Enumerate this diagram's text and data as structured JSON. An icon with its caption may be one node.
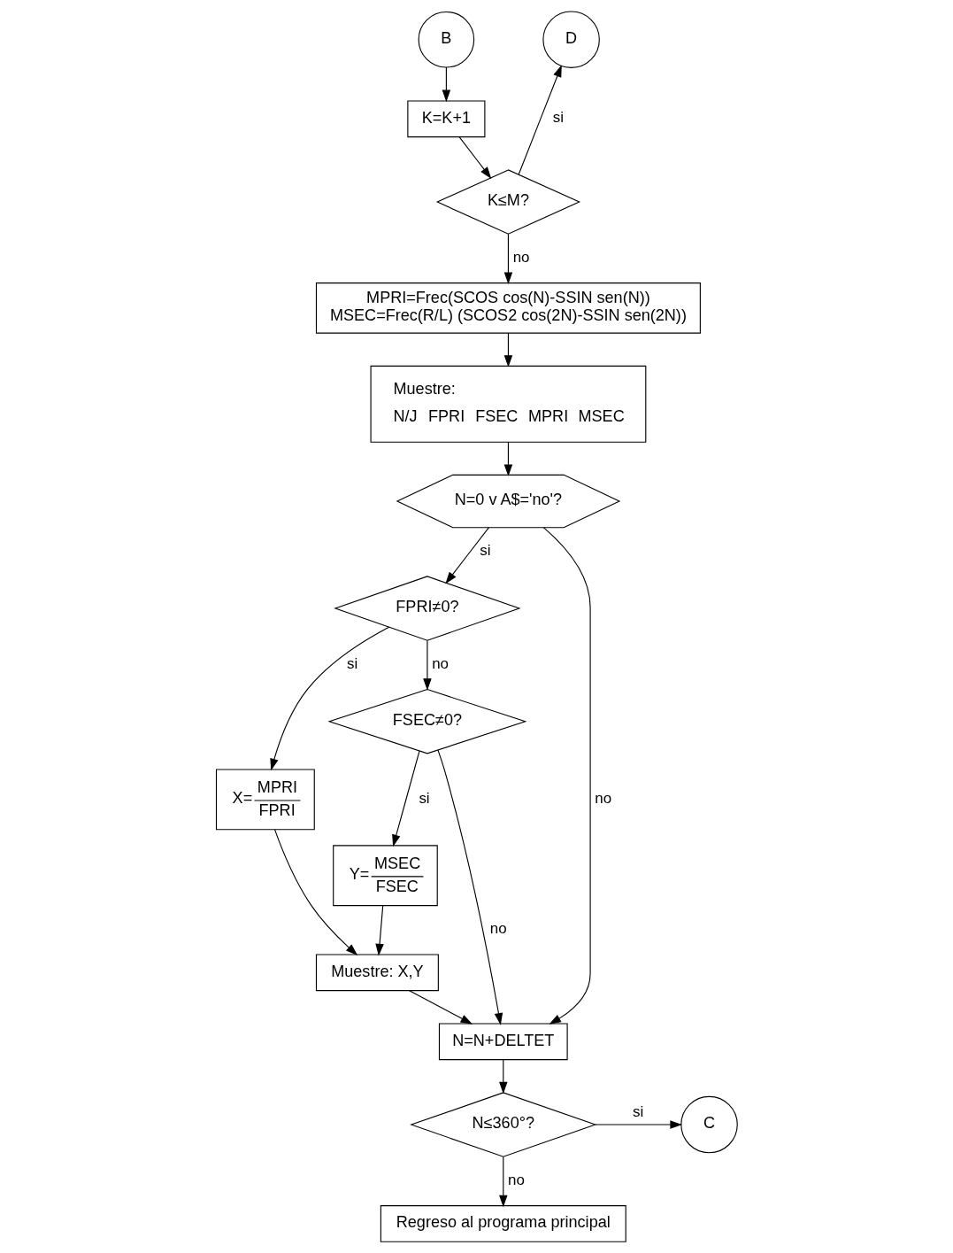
{
  "diagram": {
    "nodes": [
      {
        "text": [
          "B"
        ]
      },
      {
        "text": [
          "D"
        ]
      },
      {
        "text": [
          "K=K+1"
        ]
      },
      {
        "text": [
          "K≤M?"
        ]
      },
      {
        "text": [
          "MPRI=Frec(SCOS cos(N)-SSIN sen(N))",
          "MSEC=Frec(R/L) (SCOS2 cos(2N)-SSIN sen(2N))"
        ]
      },
      {
        "text": [
          "Muestre:",
          "N/J",
          "FPRI",
          "FSEC",
          "MPRI",
          "MSEC"
        ]
      },
      {
        "text": [
          "N=0 v A$='no'?"
        ]
      },
      {
        "text": [
          "X=",
          "MPRI",
          "FPRI"
        ]
      },
      {
        "text": [
          "FPRI≠0?"
        ]
      },
      {
        "text": [
          "Muestre: X,Y"
        ]
      },
      {
        "text": [
          "Y=",
          "MSEC",
          "FSEC"
        ]
      },
      {
        "text": [
          "FSEC≠0?"
        ]
      },
      {
        "text": [
          "N=N+DELTET"
        ]
      },
      {
        "text": [
          "N≤360°?"
        ]
      },
      {
        "text": [
          "C"
        ]
      },
      {
        "text": [
          "Regreso al programa principal"
        ]
      }
    ],
    "edges": [
      {
        "from": 0,
        "to": 2,
        "arrow": "to"
      },
      {
        "from": 2,
        "to": 3,
        "arrow": "to"
      },
      {
        "from": 3,
        "to": 1,
        "arrow": "to",
        "label": "si"
      },
      {
        "from": 3,
        "to": 4,
        "arrow": "to",
        "label": "no"
      },
      {
        "from": 4,
        "to": 5,
        "arrow": "to"
      },
      {
        "from": 5,
        "to": 6,
        "arrow": "to"
      },
      {
        "from": 6,
        "to": 12,
        "arrow": "to",
        "label": "no"
      },
      {
        "from": 6,
        "to": 8,
        "arrow": "to",
        "label": "si"
      },
      {
        "from": 8,
        "to": 7,
        "arrow": "to",
        "label": "si"
      },
      {
        "from": 8,
        "to": 11,
        "arrow": "to",
        "label": "no"
      },
      {
        "from": 11,
        "to": 10,
        "arrow": "to",
        "label": "si"
      },
      {
        "from": 11,
        "to": 12,
        "arrow": "to",
        "label": "no"
      },
      {
        "from": 7,
        "to": 9,
        "arrow": "to"
      },
      {
        "from": 10,
        "to": 9,
        "arrow": "to"
      },
      {
        "from": 9,
        "to": 12,
        "arrow": "to"
      },
      {
        "from": 12,
        "to": 13,
        "arrow": "to"
      },
      {
        "from": 13,
        "to": 14,
        "arrow": "to",
        "label": "si"
      },
      {
        "from": 13,
        "to": 15,
        "arrow": "to",
        "label": "no"
      }
    ]
  }
}
